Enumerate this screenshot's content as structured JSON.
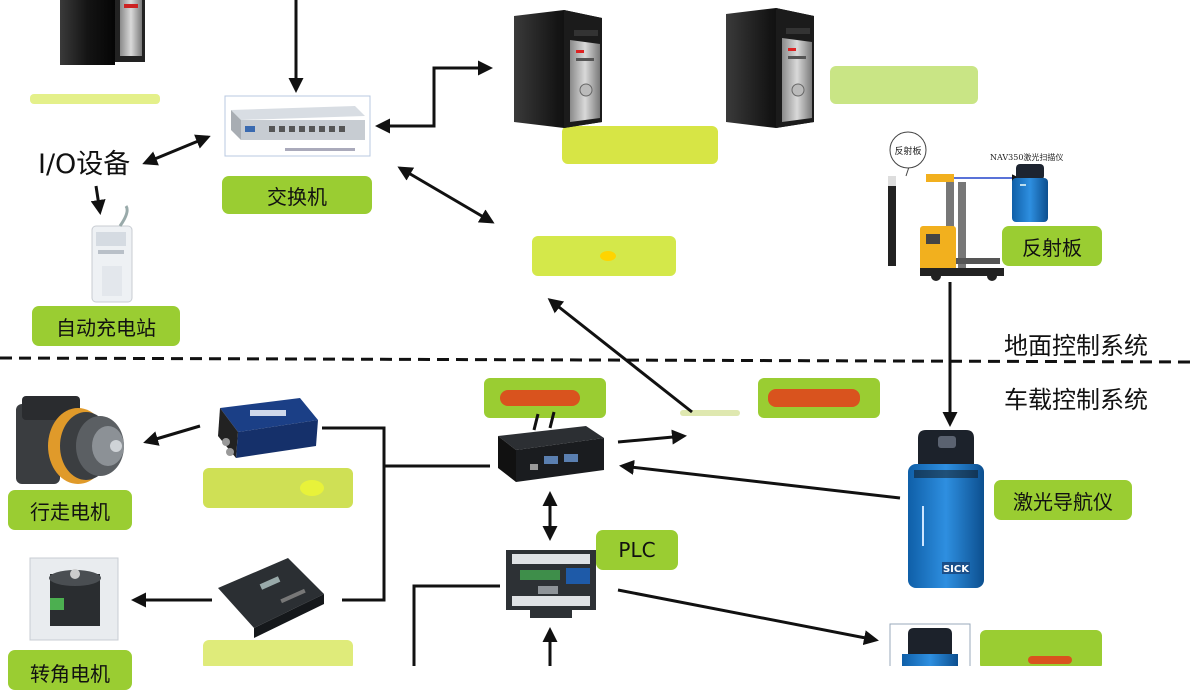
{
  "labels": {
    "io": "I/O设备",
    "switch": "交换机",
    "charging": "自动充电站",
    "reflector": "反射板",
    "ground": "地面控制系统",
    "vehicle": "车载控制系统",
    "walk_motor": "行走电机",
    "turn_motor": "转角电机",
    "laser": "激光导航仪",
    "plc": "PLC"
  },
  "device_text": {
    "reflector_callout": "反射板",
    "scanner_caption": "NAV350激光扫描仪",
    "scanner_brand": "SICK"
  },
  "colors": {
    "label_green": "#9acd32",
    "highlight_yellow": "#d8e83a",
    "highlight_orange": "#d9531e",
    "arrow": "#111111"
  },
  "icons": [
    "computer-tower-icon",
    "network-switch-icon",
    "charging-station-icon",
    "forklift-agv-icon",
    "laser-scanner-icon",
    "wheel-motor-icon",
    "motor-driver-icon",
    "servo-motor-icon",
    "industrial-pc-icon",
    "plc-icon"
  ]
}
